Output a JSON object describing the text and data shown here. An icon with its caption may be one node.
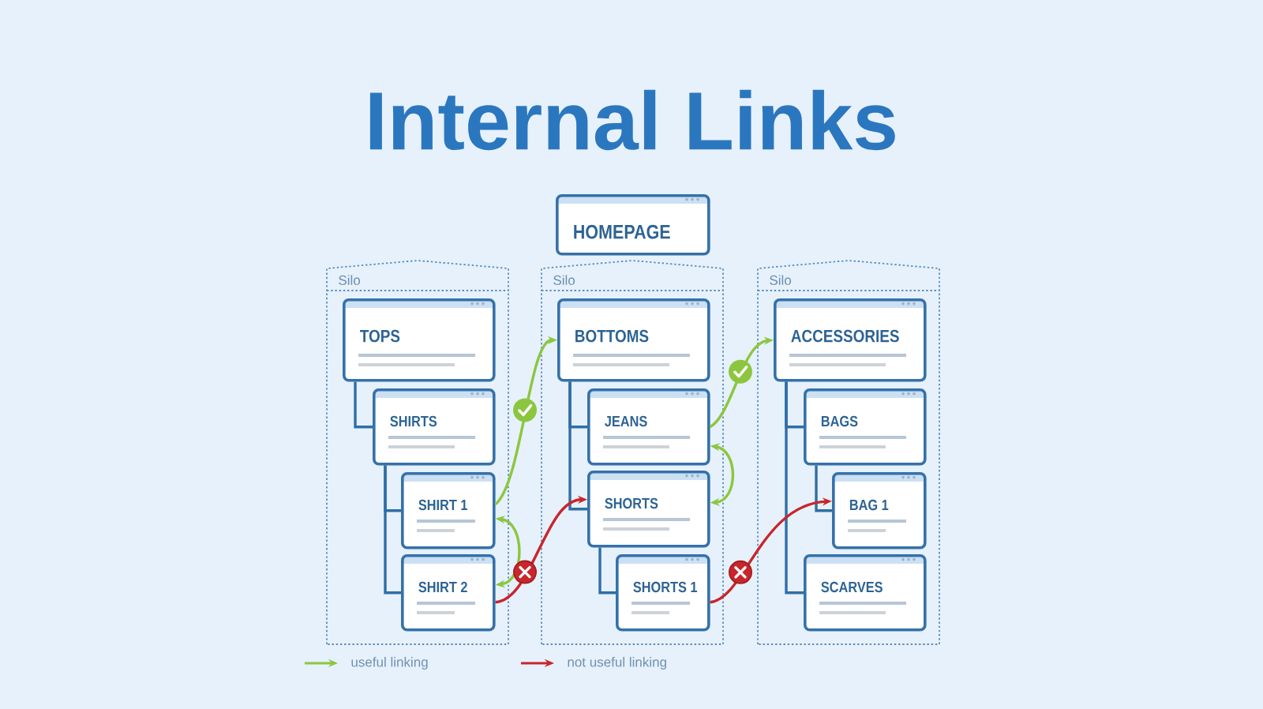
{
  "diagram": {
    "title": "Internal Links",
    "nodes": [
      {
        "text": [
          "HOMEPAGE"
        ]
      },
      {
        "text": [
          "Silo"
        ]
      },
      {
        "text": [
          "TOPS"
        ],
        "in": 1
      },
      {
        "text": [
          "SHIRTS"
        ],
        "in": 1
      },
      {
        "text": [
          "SHIRT 1"
        ],
        "in": 1
      },
      {
        "text": [
          "SHIRT 2"
        ],
        "in": 1
      },
      {
        "text": [
          "Silo"
        ]
      },
      {
        "text": [
          "BOTTOMS"
        ],
        "in": 6
      },
      {
        "text": [
          "JEANS"
        ],
        "in": 6
      },
      {
        "text": [
          "SHORTS"
        ],
        "in": 6
      },
      {
        "text": [
          "SHORTS 1"
        ],
        "in": 6
      },
      {
        "text": [
          "Silo"
        ]
      },
      {
        "text": [
          "ACCESSORIES"
        ],
        "in": 11
      },
      {
        "text": [
          "BAGS"
        ],
        "in": 11
      },
      {
        "text": [
          "BAG 1"
        ],
        "in": 11
      },
      {
        "text": [
          "SCARVES"
        ],
        "in": 11
      }
    ],
    "edges": [
      {
        "from": 2,
        "to": 3,
        "arrow": "none"
      },
      {
        "from": 3,
        "to": 4,
        "arrow": "none"
      },
      {
        "from": 3,
        "to": 5,
        "arrow": "none"
      },
      {
        "from": 7,
        "to": 8,
        "arrow": "none"
      },
      {
        "from": 7,
        "to": 9,
        "arrow": "none"
      },
      {
        "from": 9,
        "to": 10,
        "arrow": "none"
      },
      {
        "from": 12,
        "to": 13,
        "arrow": "none"
      },
      {
        "from": 13,
        "to": 14,
        "arrow": "none"
      },
      {
        "from": 12,
        "to": 15,
        "arrow": "none"
      },
      {
        "from": 4,
        "to": 7,
        "arrow": "to",
        "color": "#8cc63f"
      },
      {
        "from": 8,
        "to": 12,
        "arrow": "to",
        "color": "#8cc63f"
      },
      {
        "from": 8,
        "to": 9,
        "arrow": "both",
        "color": "#8cc63f"
      },
      {
        "from": 4,
        "to": 5,
        "arrow": "both",
        "color": "#8cc63f"
      },
      {
        "from": 5,
        "to": 9,
        "arrow": "to",
        "color": "#c8262c"
      },
      {
        "from": 10,
        "to": 14,
        "arrow": "to",
        "color": "#c8262c"
      }
    ],
    "legend": [
      {
        "text": "useful linking"
      },
      {
        "text": "not useful linking"
      }
    ]
  }
}
